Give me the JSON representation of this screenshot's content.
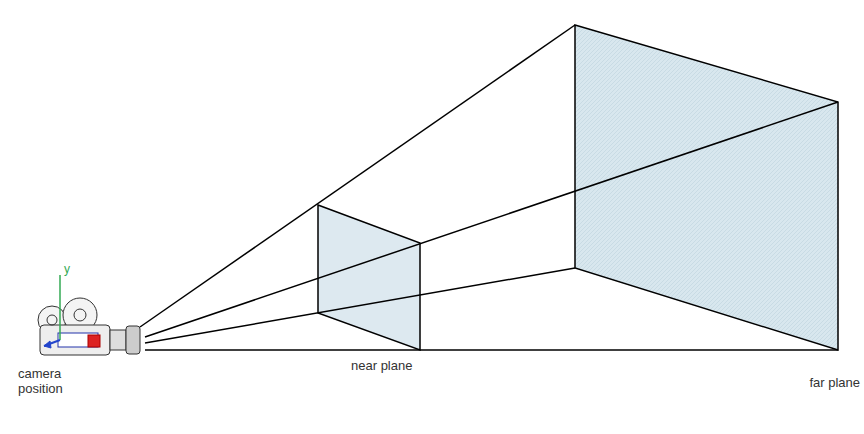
{
  "diagram": {
    "labels": [
      "y",
      "camera position",
      "near plane",
      "far plane"
    ]
  }
}
